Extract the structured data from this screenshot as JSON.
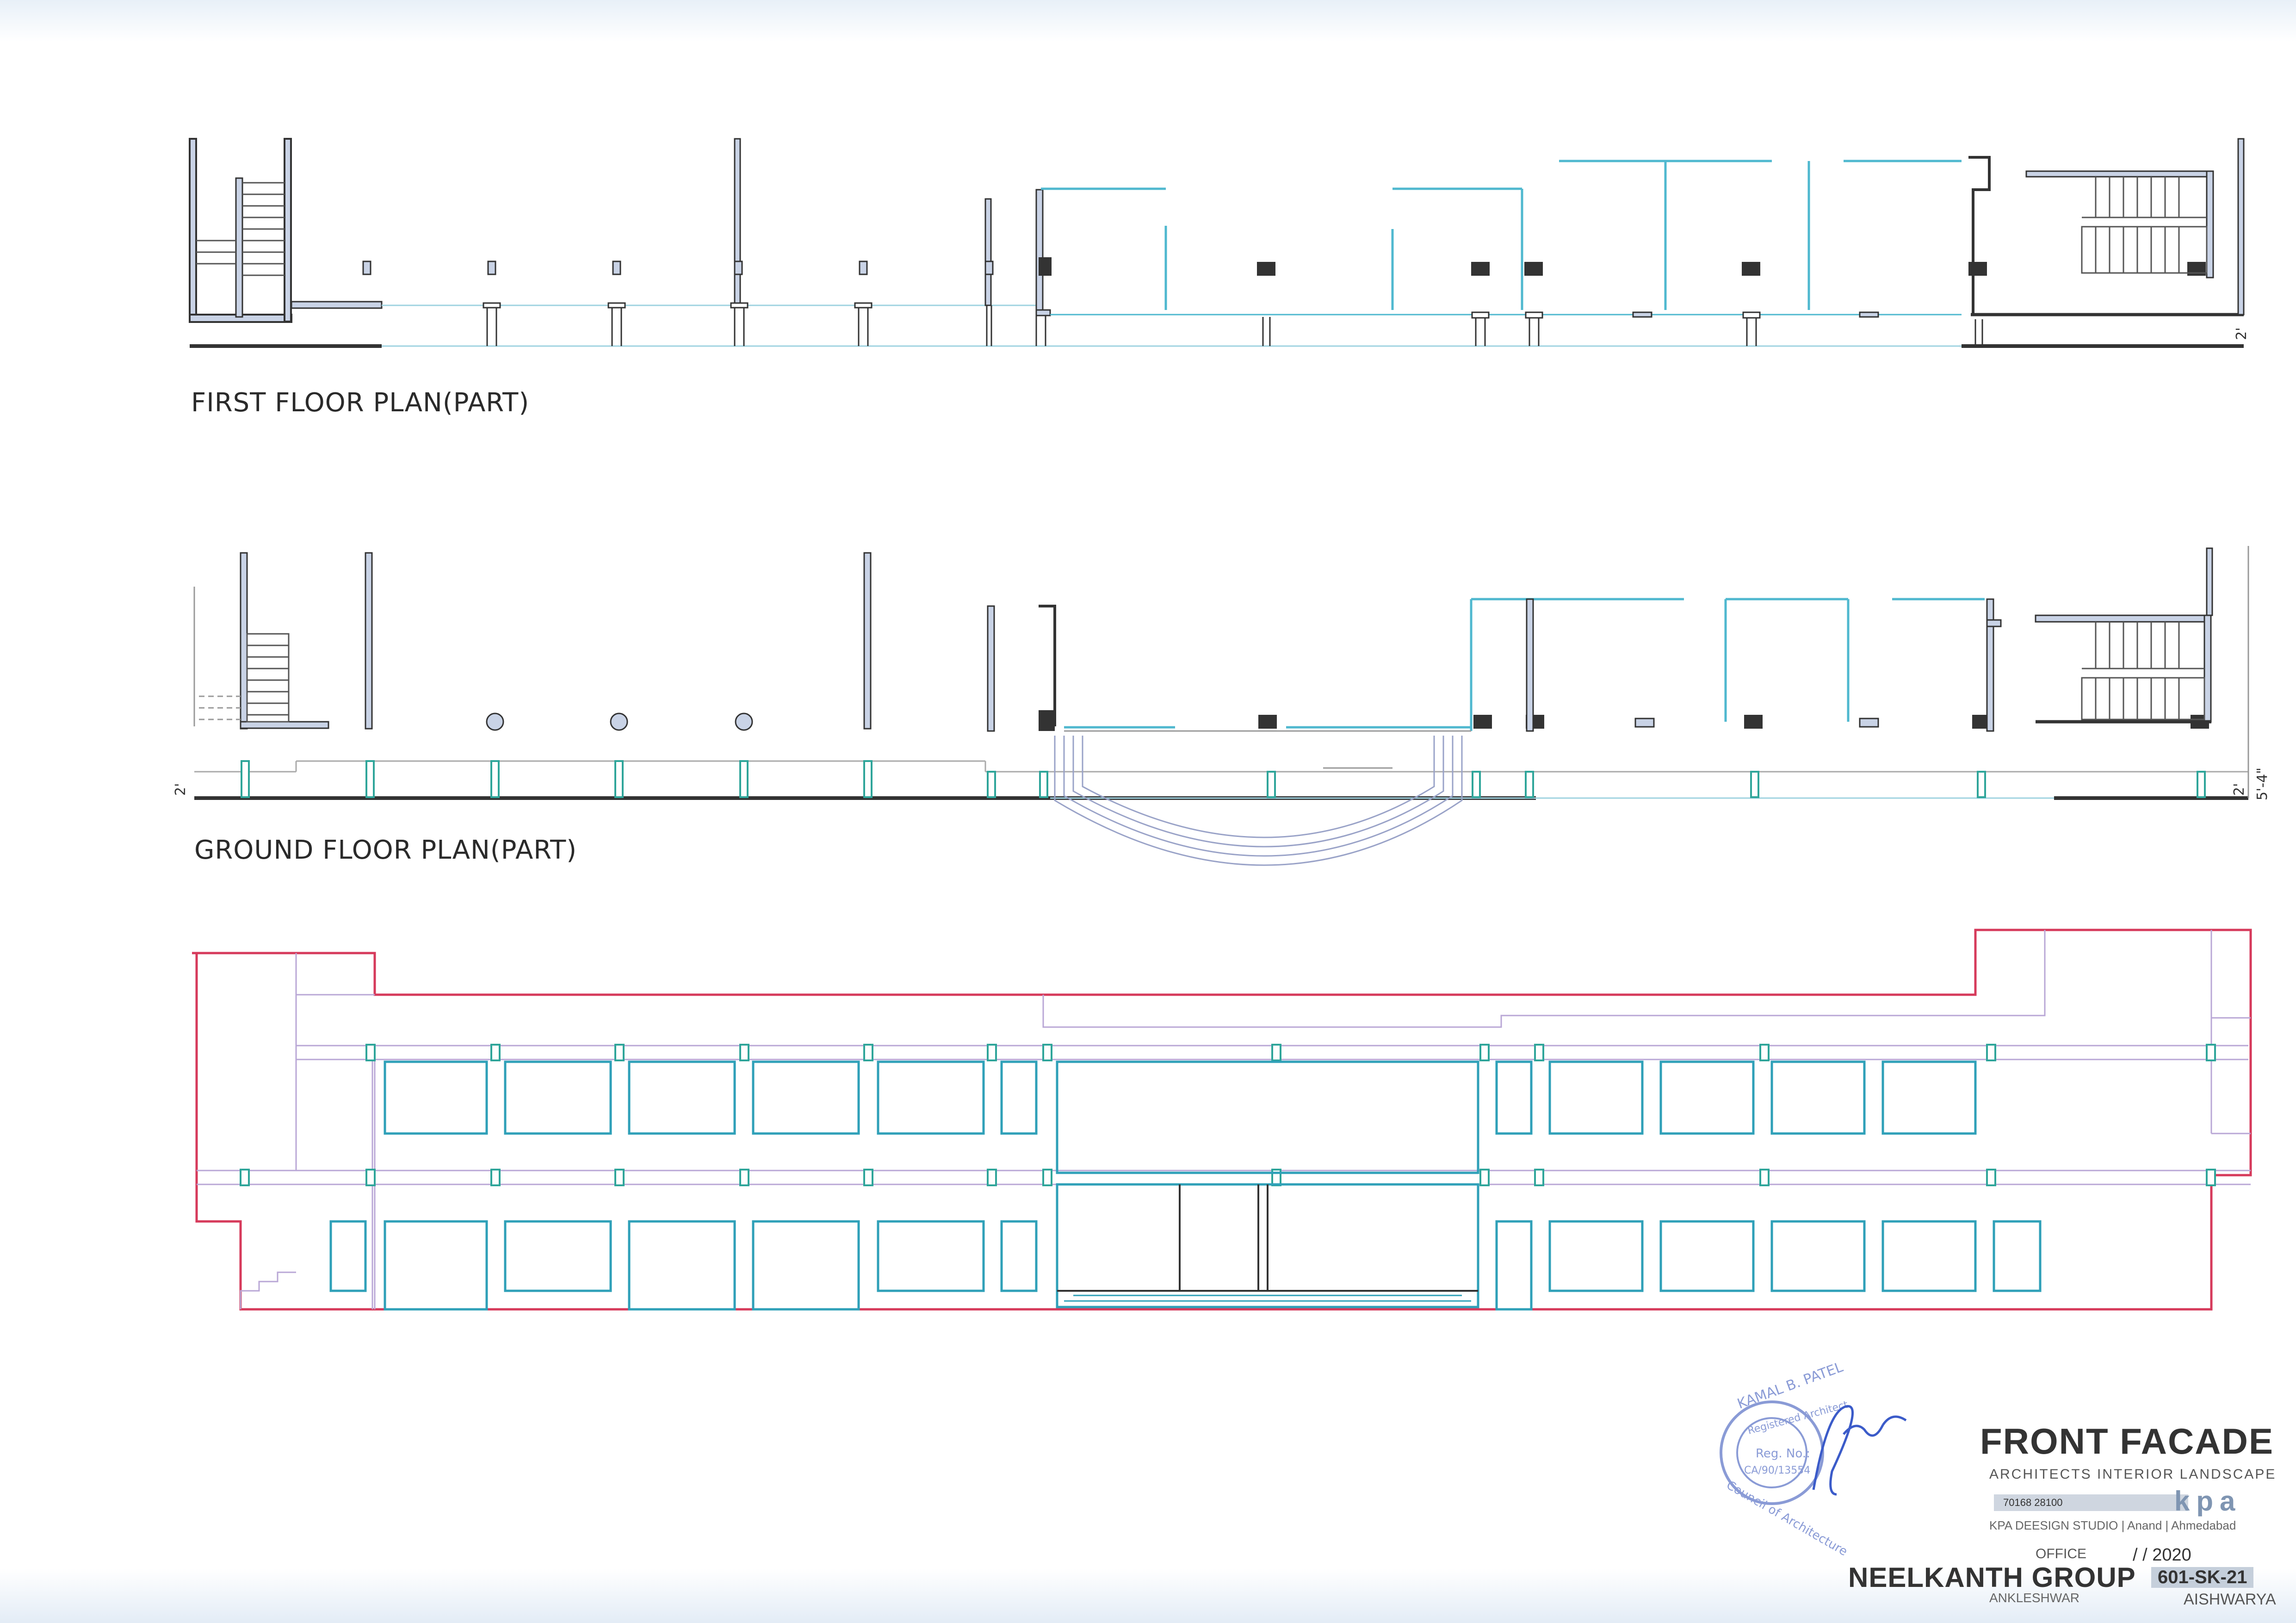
{
  "drawings": {
    "first_floor_caption": "FIRST FLOOR PLAN(PART)",
    "ground_floor_caption": "GROUND FLOOR PLAN(PART)",
    "dimensions": {
      "first_floor_right": "2'",
      "ground_floor_left": "2'",
      "ground_floor_right_a": "2'",
      "ground_floor_right_b": "5'-4\""
    }
  },
  "stamp": {
    "name": "KAMAL B. PATEL",
    "registered": "Registered Architect",
    "reg_no": "Reg. No.:",
    "reg_value": "CA/90/13554",
    "council": "Council of Architecture"
  },
  "title_block": {
    "drawing_title": "FRONT FACADE",
    "disciplines": "ARCHITECTS  INTERIOR  LANDSCAPE",
    "phone": "70168 28100",
    "logo": "kpa",
    "studio": "KPA DEESIGN STUDIO | Anand | Ahmedabad",
    "office_label": "OFFICE",
    "date": "/    / 2020",
    "client": "NEELKANTH GROUP",
    "sheet_code": "601-SK-21",
    "location": "ANKLESHWAR",
    "project": "AISHWARYA"
  },
  "colors": {
    "wall": "#333333",
    "cyan": "#4fb8cf",
    "teal": "#2fa59a",
    "red": "#d63a5b",
    "violet": "#b9a7d6",
    "fill": "#c9d3e6"
  }
}
